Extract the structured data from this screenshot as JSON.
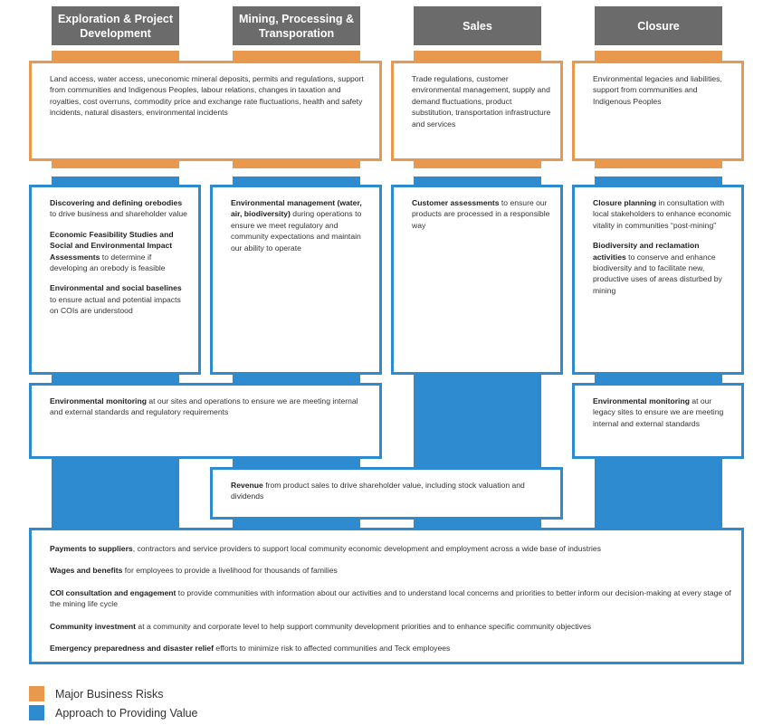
{
  "colors": {
    "header_bg": "#6b6b6b",
    "risk_orange": "#e8994d",
    "value_blue": "#2e8bd0"
  },
  "stages": [
    {
      "title": "Exploration & Project Development"
    },
    {
      "title": "Mining, Processing & Transporation"
    },
    {
      "title": "Sales"
    },
    {
      "title": "Closure"
    }
  ],
  "risks": {
    "exploration_mining": "Land access, water access, uneconomic mineral deposits, permits and regulations, support from communities and Indigenous Peoples, labour relations, changes in taxation and royalties, cost overruns, commodity price and exchange rate fluctuations, health and safety incidents, natural disasters, environmental incidents",
    "sales": "Trade regulations, customer environmental management, supply and demand fluctuations, product substitution, transportation infrastructure and services",
    "closure": "Environmental legacies and liabilities, support from communities and Indigenous Peoples"
  },
  "value": {
    "exploration": [
      {
        "bold": "Discovering and defining orebodies",
        "text": " to drive business and shareholder value"
      },
      {
        "bold": "Economic Feasibility Studies and Social and Environmental Impact Assessments",
        "text": " to determine if developing an orebody is feasible"
      },
      {
        "bold": "Environmental and social baselines",
        "text": " to ensure actual and potential impacts on COIs are understood"
      }
    ],
    "mining": [
      {
        "bold": "Environmental management (water, air, biodiversity)",
        "text": " during operations to ensure we meet regulatory and community expectations and maintain our ability to operate"
      }
    ],
    "sales": [
      {
        "bold": "Customer assessments",
        "text": " to ensure our products are processed in a responsible way"
      }
    ],
    "closure": [
      {
        "bold": "Closure planning",
        "text": " in consultation with local stakeholders to enhance economic vitality in communities “post-mining”"
      },
      {
        "bold": "Biodiversity and reclamation activities",
        "text": " to conserve and enhance biodiversity and to facilitate new, productive uses of areas disturbed by mining"
      }
    ],
    "monitoring_operations": {
      "bold": "Environmental monitoring",
      "text": " at our sites and operations to ensure we are meeting internal and external standards and regulatory requirements"
    },
    "monitoring_legacy": {
      "bold": "Environmental monitoring",
      "text": " at our legacy sites to ensure we are meeting internal and external standards"
    },
    "revenue": {
      "bold": "Revenue",
      "text": " from product sales to drive shareholder value, including stock valuation and dividends"
    },
    "all_stages": [
      {
        "bold": "Payments to suppliers",
        "text": ", contractors and service providers to support local community economic development and employment across a wide base of industries"
      },
      {
        "bold": "Wages and benefits",
        "text": " for employees to provide a livelihood for thousands of families"
      },
      {
        "bold": "COI consultation and engagement",
        "text": " to provide communities with information about our activities and to understand local concerns and priorities to better inform our decision-making at every stage of the mining life cycle"
      },
      {
        "bold": "Community investment",
        "text": " at a community and corporate level to help support community development priorities and to enhance specific community objectives"
      },
      {
        "bold": "Emergency preparedness and disaster relief",
        "text": " efforts to minimize risk to affected communities and Teck employees"
      }
    ]
  },
  "legend": [
    {
      "label": "Major Business Risks",
      "color": "#e8994d"
    },
    {
      "label": "Approach to Providing Value",
      "color": "#2e8bd0"
    }
  ]
}
